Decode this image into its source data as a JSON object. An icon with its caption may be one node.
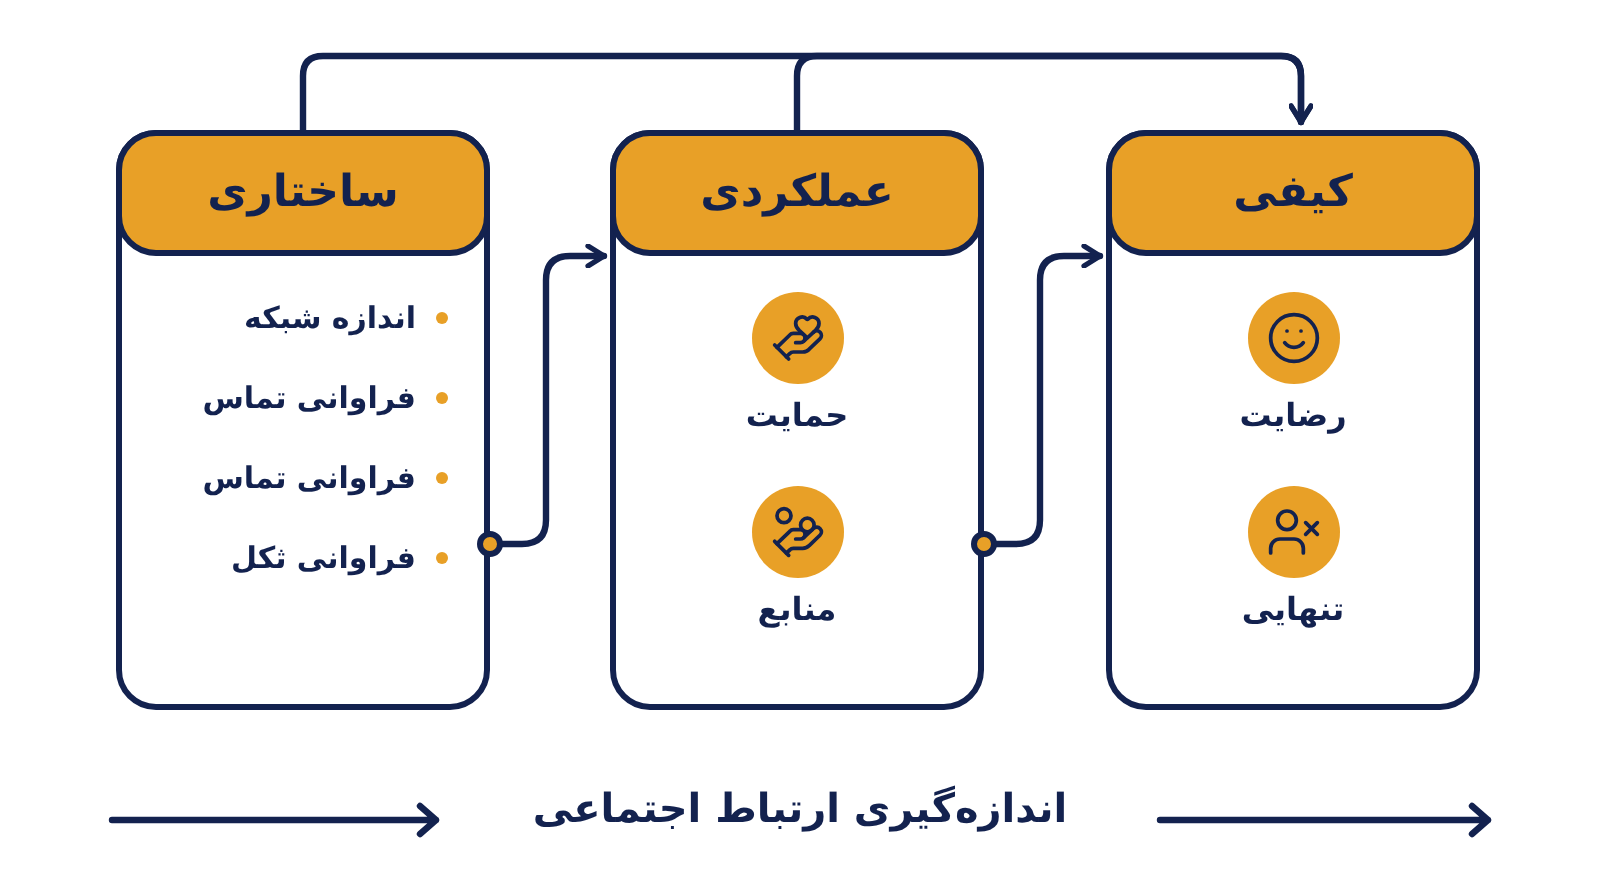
{
  "diagram": {
    "caption": "اندازه‌گیری ارتباط اجتماعی",
    "nodes": [
      {
        "text": [
          "ساختاری",
          "اندازه شبکه",
          "فراوانی تماس",
          "فراوانی تماس",
          "فراوانی ثکل"
        ]
      },
      {
        "text": [
          "عملکردی",
          "حمایت",
          "منابع"
        ]
      },
      {
        "text": [
          "کیفی",
          "رضایت",
          "تنهایی"
        ]
      }
    ],
    "edges": [
      {
        "from": 0,
        "to": 2,
        "arrow": "to"
      },
      {
        "from": 1,
        "to": 2,
        "arrow": "to"
      },
      {
        "from": 0,
        "to": 1,
        "arrow": "to"
      },
      {
        "from": 1,
        "to": 2,
        "arrow": "to"
      }
    ]
  }
}
